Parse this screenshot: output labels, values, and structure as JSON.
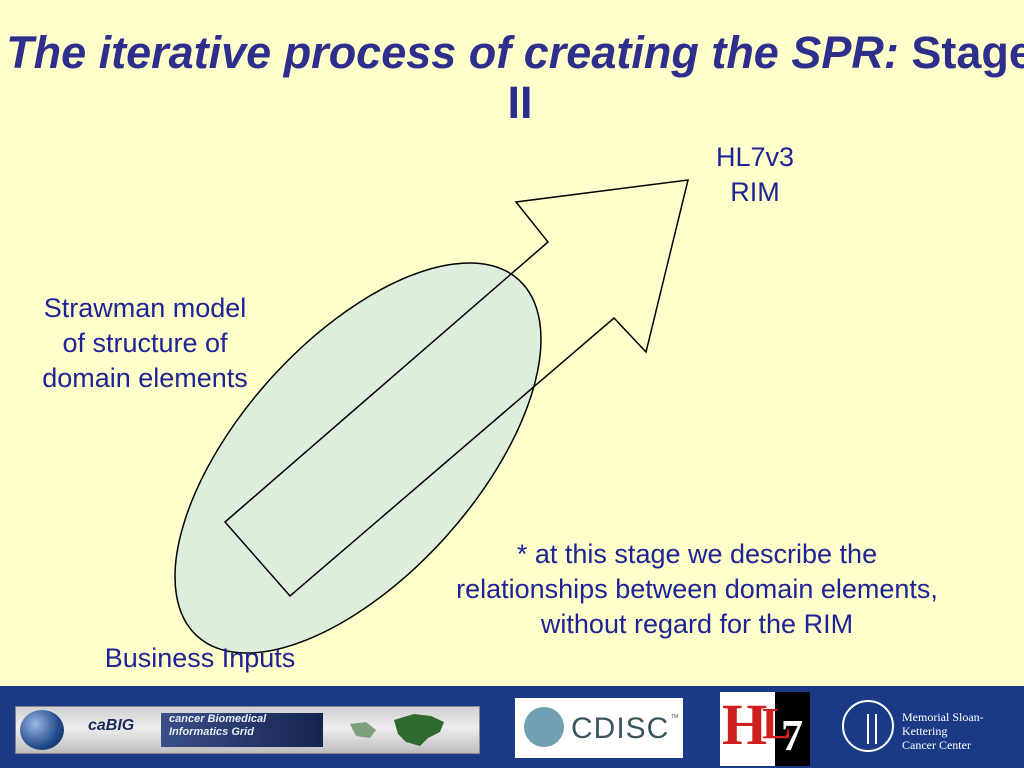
{
  "slide": {
    "title_italic": "The iterative process of creating the SPR:",
    "title_plain": "Stage II"
  },
  "diagram": {
    "top_label": "HL7v3\nRIM",
    "left_label": "Strawman model\nof structure of\ndomain elements",
    "bottom_label": "Business Inputs",
    "note": "* at this stage we describe the\nrelationships between domain elements,\nwithout regard for the RIM",
    "colors": {
      "ellipse_fill": "#ddeedd",
      "stroke": "#000000",
      "arrow_fill": "#ffffff",
      "text": "#1e2396",
      "title": "#2e2e8c"
    }
  },
  "footer": {
    "background": "#1b3a85",
    "logos": {
      "cabig": {
        "name": "caBIG",
        "tagline": "cancer Biomedical\nInformatics Grid"
      },
      "cdisc": {
        "name": "CDISC",
        "tm": "TM"
      },
      "hl7": {
        "name": "HL7"
      },
      "mskcc": {
        "name": "Memorial Sloan-Kettering\nCancer Center"
      }
    }
  }
}
